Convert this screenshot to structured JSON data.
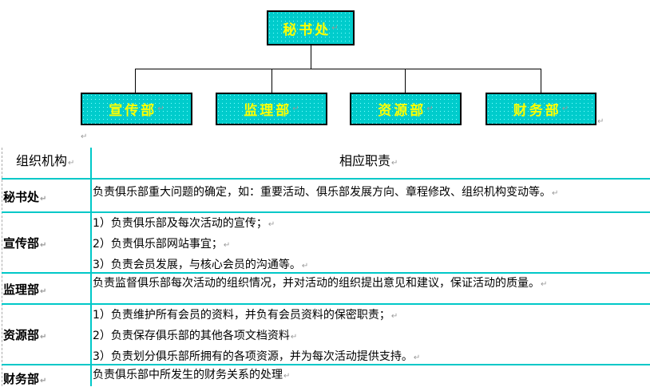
{
  "org_chart": {
    "root": "秘书处",
    "children": [
      "宣传部",
      "监理部",
      "资源部",
      "财务部"
    ],
    "colors": {
      "box": "#00cccc",
      "text": "#ffff00"
    }
  },
  "table": {
    "headers": [
      "组织机构",
      "相应职责"
    ],
    "rows": [
      {
        "dept": "秘书处",
        "duties": [
          "负责俱乐部重大问题的确定，如：重要活动、俱乐部发展方向、章程修改、组织机构变动等。"
        ]
      },
      {
        "dept": "宣传部",
        "duties": [
          "1）负责俱乐部及每次活动的宣传；",
          "2）负责俱乐部网站事宜；",
          "3）负责会员发展，与核心会员的沟通等。"
        ]
      },
      {
        "dept": "监理部",
        "duties": [
          "负责监督俱乐部每次活动的组织情况，并对活动的组织提出意见和建议，保证活动的质量。"
        ]
      },
      {
        "dept": "资源部",
        "duties": [
          "1）负责维护所有会员的资料，并负有会员资料的保密职责；",
          "2）负责保存俱乐部的其他各项文档资料",
          "3）负责划分俱乐部所拥有的各项资源，并为每次活动提供支持。"
        ]
      },
      {
        "dept": "财务部",
        "duties": [
          "负责俱乐部中所发生的财务关系的处理"
        ]
      }
    ]
  },
  "paragraph_mark": "↵"
}
